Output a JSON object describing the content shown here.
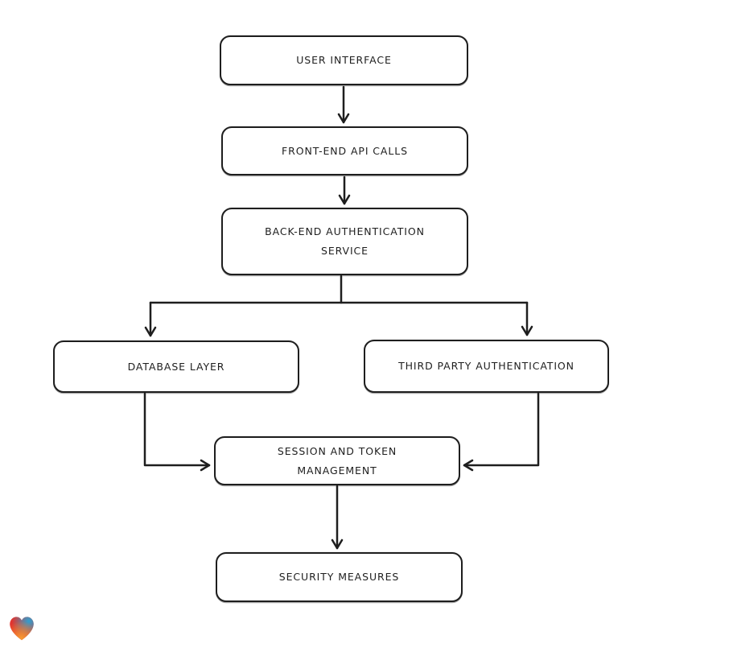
{
  "diagram": {
    "type": "flowchart",
    "background": "#ffffff",
    "colors": {
      "stroke": "#1e1e1e",
      "node_fill": "#ffffff",
      "text": "#1f1f1f"
    },
    "nodes": [
      {
        "id": "user-interface",
        "label": "USER INTERFACE"
      },
      {
        "id": "front-end-api-calls",
        "label": "FRONT-END API CALLS"
      },
      {
        "id": "back-end-authentication-service",
        "label": "BACK-END AUTHENTICATION\nSERVICE"
      },
      {
        "id": "database-layer",
        "label": "DATABASE LAYER"
      },
      {
        "id": "third-party-authentication",
        "label": "THIRD PARTY AUTHENTICATION"
      },
      {
        "id": "session-and-token-management",
        "label": "SESSION AND TOKEN\nMANAGEMENT"
      },
      {
        "id": "security-measures",
        "label": "SECURITY MEASURES"
      }
    ],
    "edges": [
      {
        "from": "user-interface",
        "to": "front-end-api-calls"
      },
      {
        "from": "front-end-api-calls",
        "to": "back-end-authentication-service"
      },
      {
        "from": "back-end-authentication-service",
        "to": "database-layer"
      },
      {
        "from": "back-end-authentication-service",
        "to": "third-party-authentication"
      },
      {
        "from": "database-layer",
        "to": "session-and-token-management"
      },
      {
        "from": "third-party-authentication",
        "to": "session-and-token-management"
      },
      {
        "from": "session-and-token-management",
        "to": "security-measures"
      }
    ],
    "logo": {
      "name": "heart-logo",
      "colors": [
        "#e2342e",
        "#2f9fd0",
        "#f59c33"
      ]
    }
  }
}
